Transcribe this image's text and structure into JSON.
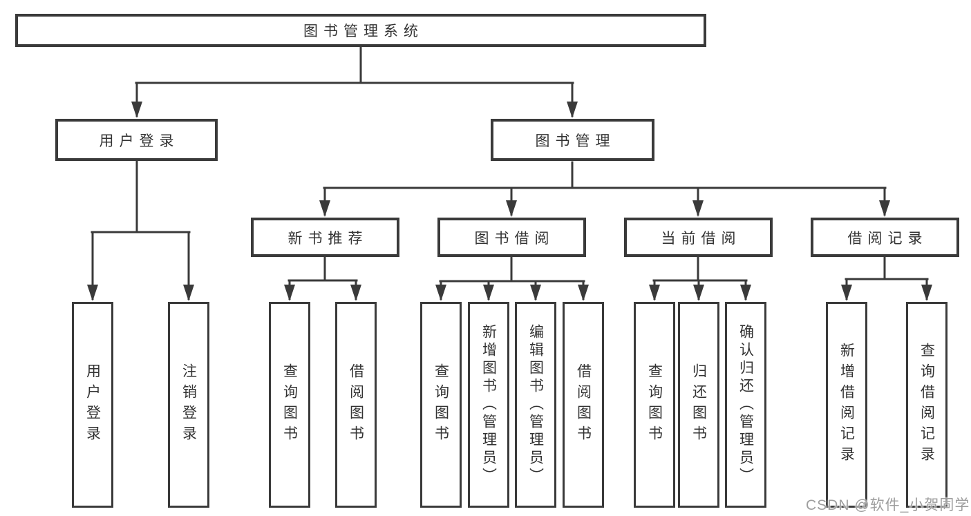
{
  "colors": {
    "line": "#3a3a3a",
    "text": "#333333",
    "background": "#ffffff",
    "watermark": "#9e9e9e"
  },
  "tree": {
    "root": "图书管理系统",
    "branches": [
      {
        "label": "用户登录",
        "children": [
          "用户登录",
          "注销登录"
        ]
      },
      {
        "label": "图书管理",
        "sections": [
          {
            "label": "新书推荐",
            "children": [
              "查询图书",
              "借阅图书"
            ]
          },
          {
            "label": "图书借阅",
            "children": [
              "查询图书",
              "新增图书（管理员）",
              "编辑图书（管理员）",
              "借阅图书"
            ]
          },
          {
            "label": "当前借阅",
            "children": [
              "查询图书",
              "归还图书",
              "确认归还（管理员）"
            ]
          },
          {
            "label": "借阅记录",
            "children": [
              "新增借阅记录",
              "查询借阅记录"
            ]
          }
        ]
      }
    ]
  },
  "watermark": "CSDN @软件_小贺同学"
}
